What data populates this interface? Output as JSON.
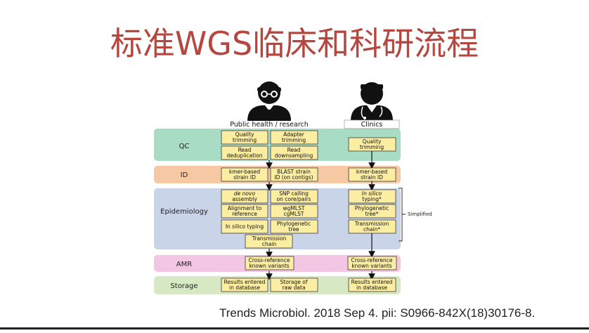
{
  "slide": {
    "title": "标准WGS临床和科研流程",
    "citation": "Trends Microbiol. 2018 Sep 4. pii: S0966-842X(18)30176-8."
  },
  "columns": {
    "public_health": "Public health / research",
    "clinics": "Clinics"
  },
  "stages": {
    "qc": "QC",
    "id": "ID",
    "epidemiology": "Epidemiology",
    "amr": "AMR",
    "storage": "Storage"
  },
  "boxes": {
    "quality_trimming_1": "Quality",
    "quality_trimming_2": "trimming",
    "adapter_trimming_1": "Adapter",
    "adapter_trimming_2": "trimming",
    "read_dedup_1": "Read",
    "read_dedup_2": "deduplication",
    "read_down_1": "Read",
    "read_down_2": "downsampling",
    "clin_quality_1": "Quality",
    "clin_quality_2": "trimming",
    "kmer_1": "kmer-based",
    "kmer_2": "strain ID",
    "blast_1": "BLAST strain",
    "blast_2": "ID (on contigs)",
    "clin_kmer_1": "kmer-based",
    "clin_kmer_2": "strain ID",
    "denovo_1": "de novo",
    "denovo_2": "assembly",
    "snp_1": "SNP calling",
    "snp_2": "on core/pairs",
    "align_1": "Alignment to",
    "align_2": "reference",
    "wgmlst_1": "wgMLST",
    "wgmlst_2": "cgMLST",
    "insilico_typing": "In silico typing",
    "phylo_1": "Phylogenetic",
    "phylo_2": "tree",
    "transmission_1": "Transmission",
    "transmission_2": "chain",
    "clin_insilico_1": "In silico",
    "clin_insilico_2": "typing*",
    "clin_phylo_1": "Phylogenetic",
    "clin_phylo_2": "tree*",
    "clin_trans_1": "Transmission",
    "clin_trans_2": "chain*",
    "crossref_1": "Cross-reference",
    "crossref_2": "known variants",
    "clin_crossref_1": "Cross-reference",
    "clin_crossref_2": "known variants",
    "results_1": "Results entered",
    "results_2": "in database",
    "storage_raw_1": "Storage of",
    "storage_raw_2": "raw data",
    "clin_results_1": "Results entered",
    "clin_results_2": "in database"
  },
  "bracket_label": "Simplified",
  "colors": {
    "title": "#b5473f",
    "qc_band": "#a9dcc4",
    "id_band": "#f6c9a4",
    "epi_band": "#c9d4e8",
    "amr_band": "#f3c6e4",
    "storage_band": "#d6e8c4",
    "box_fill": "#fbeea3",
    "box_stroke": "#3b3b3b"
  },
  "icons": [
    "scientist-icon",
    "doctor-icon"
  ]
}
